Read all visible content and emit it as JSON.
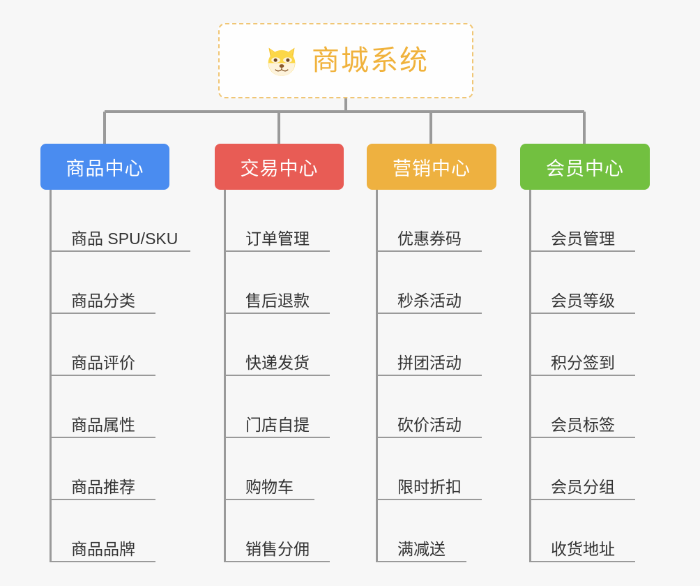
{
  "page": {
    "background_color": "#f7f7f7",
    "type": "mind-map"
  },
  "root": {
    "title": "商城系统",
    "icon": "shiba-dog-face-icon",
    "border_color": "#f0c675",
    "text_color": "#f0b23c",
    "background_color": "#fefefe"
  },
  "connector": {
    "color": "#9a9a9a"
  },
  "branches": [
    {
      "label": "商品中心",
      "color": "#4a8cf0",
      "items": [
        "商品 SPU/SKU",
        "商品分类",
        "商品评价",
        "商品属性",
        "商品推荐",
        "商品品牌"
      ]
    },
    {
      "label": "交易中心",
      "color": "#e85c55",
      "items": [
        "订单管理",
        "售后退款",
        "快递发货",
        "门店自提",
        "购物车",
        "销售分佣"
      ]
    },
    {
      "label": "营销中心",
      "color": "#eeb140",
      "items": [
        "优惠券码",
        "秒杀活动",
        "拼团活动",
        "砍价活动",
        "限时折扣",
        "满减送"
      ]
    },
    {
      "label": "会员中心",
      "color": "#72c040",
      "items": [
        "会员管理",
        "会员等级",
        "积分签到",
        "会员标签",
        "会员分组",
        "收货地址"
      ]
    }
  ]
}
